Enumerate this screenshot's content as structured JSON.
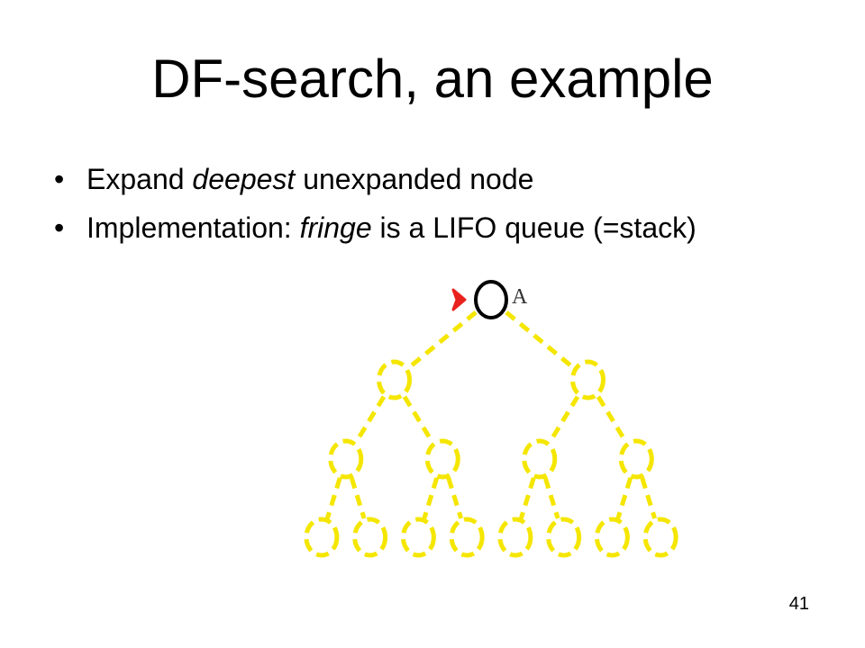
{
  "slide": {
    "title": "DF-search, an example",
    "bullets": [
      {
        "segments": [
          {
            "text": "Expand ",
            "italic": false
          },
          {
            "text": "deepest",
            "italic": true
          },
          {
            "text": " unexpanded node",
            "italic": false
          }
        ]
      },
      {
        "segments": [
          {
            "text": "Implementation: ",
            "italic": false
          },
          {
            "text": "fringe",
            "italic": true
          },
          {
            "text": " is a LIFO queue (=stack)",
            "italic": false
          }
        ]
      }
    ],
    "bullet_symbol": "•",
    "page_number": "41"
  },
  "tree": {
    "root_label": "A",
    "levels": 4,
    "colors": {
      "expanded_node": "#000000",
      "unexplored": "#f5e600",
      "pointer": "#e8231e"
    },
    "fringe_pointer": "root"
  }
}
